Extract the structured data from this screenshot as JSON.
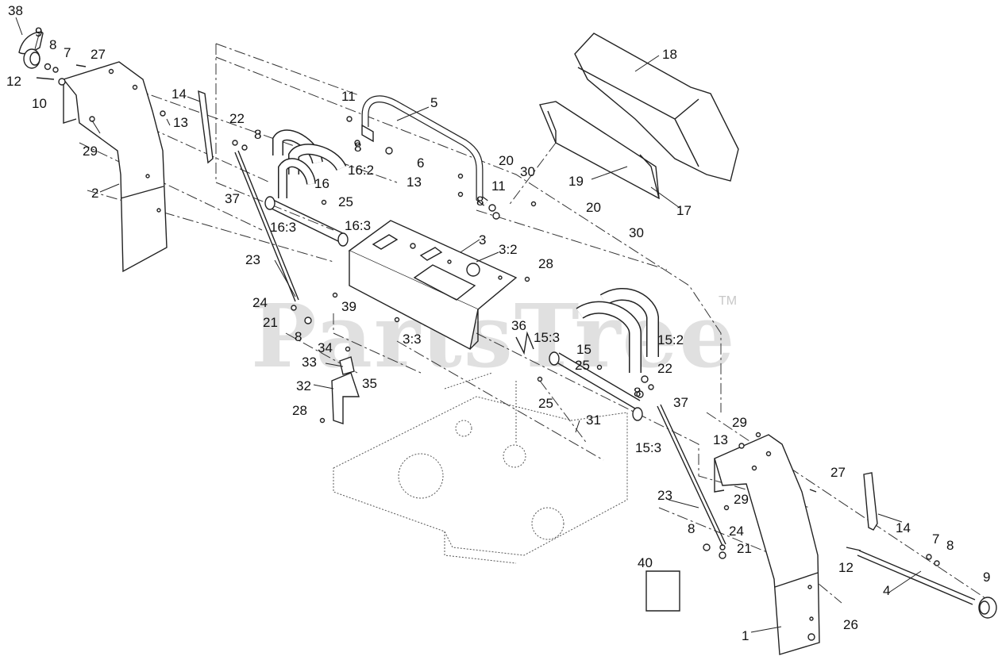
{
  "watermark": {
    "text": "PartsTree",
    "tm": "TM"
  },
  "callouts": [
    {
      "id": "c38",
      "text": "38"
    },
    {
      "id": "c9a",
      "text": "9"
    },
    {
      "id": "c8a",
      "text": "8"
    },
    {
      "id": "c7a",
      "text": "7"
    },
    {
      "id": "c27a",
      "text": "27"
    },
    {
      "id": "c12a",
      "text": "12"
    },
    {
      "id": "c10",
      "text": "10"
    },
    {
      "id": "c14a",
      "text": "14"
    },
    {
      "id": "c13a",
      "text": "13"
    },
    {
      "id": "c29a",
      "text": "29"
    },
    {
      "id": "c2",
      "text": "2"
    },
    {
      "id": "c11a",
      "text": "11"
    },
    {
      "id": "c5",
      "text": "5"
    },
    {
      "id": "c22a",
      "text": "22"
    },
    {
      "id": "c8b",
      "text": "8"
    },
    {
      "id": "c8c",
      "text": "8"
    },
    {
      "id": "c16_2",
      "text": "16:2"
    },
    {
      "id": "c6",
      "text": "6"
    },
    {
      "id": "c37a",
      "text": "37"
    },
    {
      "id": "c16",
      "text": "16"
    },
    {
      "id": "c13b",
      "text": "13"
    },
    {
      "id": "c11b",
      "text": "11"
    },
    {
      "id": "c25a",
      "text": "25"
    },
    {
      "id": "c8d",
      "text": "8"
    },
    {
      "id": "c16_3a",
      "text": "16:3"
    },
    {
      "id": "c16_3b",
      "text": "16:3"
    },
    {
      "id": "c3",
      "text": "3"
    },
    {
      "id": "c23a",
      "text": "23"
    },
    {
      "id": "c3_2",
      "text": "3:2"
    },
    {
      "id": "c28a",
      "text": "28"
    },
    {
      "id": "c24a",
      "text": "24"
    },
    {
      "id": "c39",
      "text": "39"
    },
    {
      "id": "c21a",
      "text": "21"
    },
    {
      "id": "c8e",
      "text": "8"
    },
    {
      "id": "c3_3",
      "text": "3:3"
    },
    {
      "id": "c36",
      "text": "36"
    },
    {
      "id": "c34",
      "text": "34"
    },
    {
      "id": "c15_3a",
      "text": "15:3"
    },
    {
      "id": "c33",
      "text": "33"
    },
    {
      "id": "c15",
      "text": "15"
    },
    {
      "id": "c15_2",
      "text": "15:2"
    },
    {
      "id": "c25b",
      "text": "25"
    },
    {
      "id": "c22b",
      "text": "22"
    },
    {
      "id": "c32",
      "text": "32"
    },
    {
      "id": "c35",
      "text": "35"
    },
    {
      "id": "c8f",
      "text": "8"
    },
    {
      "id": "c37b",
      "text": "37"
    },
    {
      "id": "c25c",
      "text": "25"
    },
    {
      "id": "c28b",
      "text": "28"
    },
    {
      "id": "c31",
      "text": "31"
    },
    {
      "id": "c15_3b",
      "text": "15:3"
    },
    {
      "id": "c29b",
      "text": "29"
    },
    {
      "id": "c13c",
      "text": "13"
    },
    {
      "id": "c27b",
      "text": "27"
    },
    {
      "id": "c23b",
      "text": "23"
    },
    {
      "id": "c29c",
      "text": "29"
    },
    {
      "id": "c14b",
      "text": "14"
    },
    {
      "id": "c8g",
      "text": "8"
    },
    {
      "id": "c24b",
      "text": "24"
    },
    {
      "id": "c21b",
      "text": "21"
    },
    {
      "id": "c7b",
      "text": "7"
    },
    {
      "id": "c8h",
      "text": "8"
    },
    {
      "id": "c40",
      "text": "40"
    },
    {
      "id": "c12b",
      "text": "12"
    },
    {
      "id": "c4",
      "text": "4"
    },
    {
      "id": "c9b",
      "text": "9"
    },
    {
      "id": "c1",
      "text": "1"
    },
    {
      "id": "c26",
      "text": "26"
    },
    {
      "id": "c18",
      "text": "18"
    },
    {
      "id": "c20a",
      "text": "20"
    },
    {
      "id": "c30a",
      "text": "30"
    },
    {
      "id": "c19",
      "text": "19"
    },
    {
      "id": "c20b",
      "text": "20"
    },
    {
      "id": "c17",
      "text": "17"
    },
    {
      "id": "c30b",
      "text": "30"
    }
  ]
}
